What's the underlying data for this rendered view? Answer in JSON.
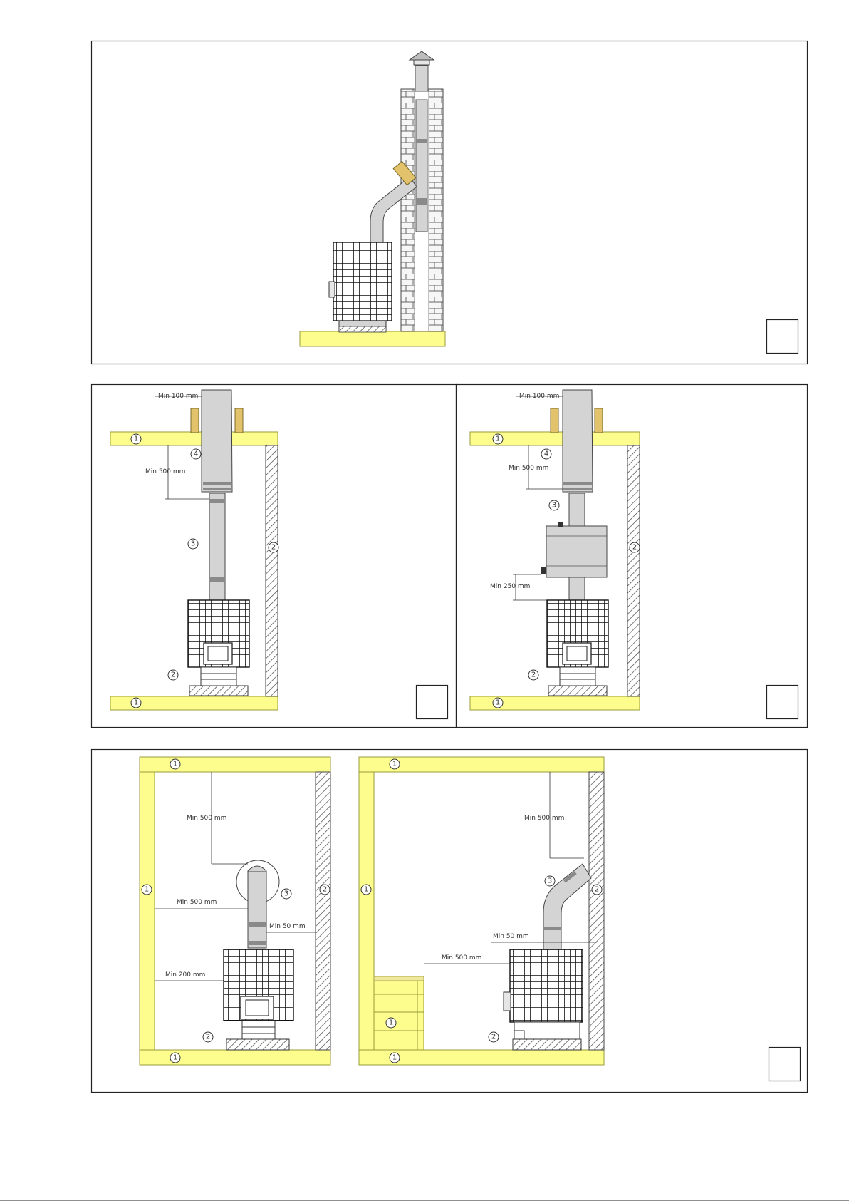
{
  "colors": {
    "wood": "#fdfd8e",
    "woodStroke": "#9a9a3a",
    "metal": "#d4d4d4",
    "metalDark": "#8a8a8a",
    "line": "#222222",
    "brick": "#f6f6f6"
  },
  "panels": {
    "top": {
      "figure_box": ""
    },
    "middle_left": {
      "dims": {
        "min_100": "Min 100 mm",
        "min_500": "Min 500 mm"
      },
      "labels": {
        "ceiling": "1",
        "floor": "1",
        "wall": "2",
        "base": "2",
        "pipe": "3",
        "insulated": "4"
      },
      "figure_box": ""
    },
    "middle_right": {
      "dims": {
        "min_100": "Min 100 mm",
        "min_500": "Min 500 mm",
        "min_250": "Min 250 mm"
      },
      "labels": {
        "ceiling": "1",
        "floor": "1",
        "wall": "2",
        "base": "2",
        "pipe": "3",
        "insulated": "4"
      },
      "figure_box": ""
    },
    "bottom_left": {
      "dims": {
        "min_500_top": "Min 500 mm",
        "min_500_side": "Min 500 mm",
        "min_200": "Min 200 mm",
        "min_50": "Min 50 mm"
      },
      "labels": {
        "ceiling": "1",
        "left_wall": "1",
        "floor": "1",
        "right_wall": "2",
        "base": "2",
        "pipe": "3"
      }
    },
    "bottom_right": {
      "dims": {
        "min_500_top": "Min 500 mm",
        "min_500_bench": "Min 500 mm",
        "min_50": "Min 50 mm"
      },
      "labels": {
        "ceiling": "1",
        "left_wall": "1",
        "bench": "1",
        "floor": "1",
        "right_wall": "2",
        "base": "2",
        "pipe": "3"
      },
      "figure_box": ""
    }
  }
}
